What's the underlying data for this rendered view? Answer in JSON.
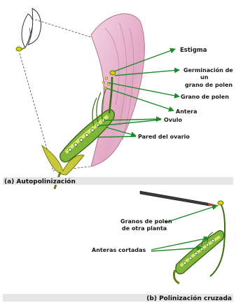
{
  "part_a": {
    "labels": {
      "estigma": "Estigma",
      "germinacion_line1": "Germinación de",
      "germinacion_line2": "un",
      "germinacion_line3": "grano de polen",
      "grano_de_polen": "Grano de polen",
      "antera": "Antera",
      "ovulo": "Ovulo",
      "pared_del_ovario": "Pared del ovario"
    },
    "caption": "(a) Autopolinización"
  },
  "part_b": {
    "labels": {
      "granos_line1": "Granos de polen",
      "granos_line2": "de otra planta",
      "anteras_cortadas": "Anteras cortadas"
    },
    "caption": "(b) Polinización cruzada"
  },
  "colors": {
    "arrow_green": "#1e8a2a",
    "petal_pink": "#e8b9cf",
    "ovary_green": "#7fb53a",
    "caption_bar": "#e6e6e6"
  }
}
